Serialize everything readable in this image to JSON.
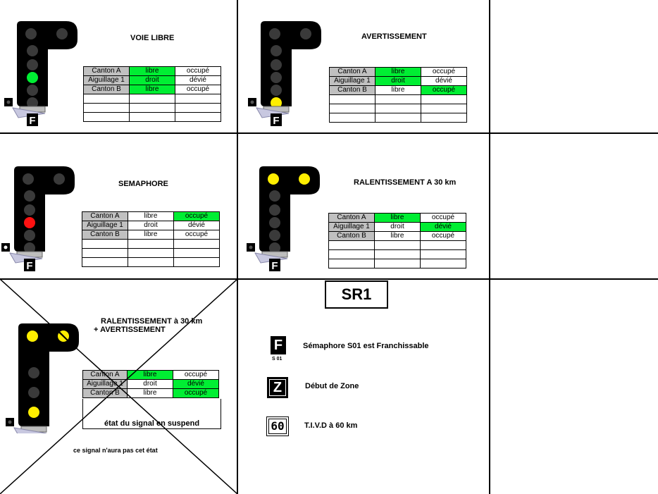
{
  "panels": [
    {
      "id": "voie-libre",
      "title": "VOIE LIBRE",
      "lamps": [
        "off",
        "off",
        "green",
        "off",
        "off"
      ],
      "top_lit": [
        "off",
        "off"
      ],
      "rows": [
        [
          "Canton A",
          "libre",
          "occupé",
          [
            1
          ]
        ],
        [
          "Aiguillage 1",
          "droit",
          "dévié",
          [
            1
          ]
        ],
        [
          "Canton B",
          "libre",
          "occupé",
          [
            1
          ]
        ]
      ]
    },
    {
      "id": "avertissement",
      "title": "AVERTISSEMENT",
      "lamps": [
        "off",
        "off",
        "off",
        "off",
        "yellow"
      ],
      "top_lit": [
        "off",
        "off"
      ],
      "rows": [
        [
          "Canton A",
          "libre",
          "occupé",
          [
            1
          ]
        ],
        [
          "Aiguillage 1",
          "droit",
          "dévié",
          [
            1
          ]
        ],
        [
          "Canton B",
          "libre",
          "occupé",
          [
            2
          ]
        ]
      ]
    },
    {
      "id": "semaphore",
      "title": "SEMAPHORE",
      "lamps": [
        "off",
        "off",
        "red",
        "off",
        "off"
      ],
      "top_lit": [
        "off",
        "off"
      ],
      "rows": [
        [
          "Canton A",
          "libre",
          "occupé",
          [
            2
          ]
        ],
        [
          "Aiguillage 1",
          "droit",
          "dévié",
          []
        ],
        [
          "Canton B",
          "libre",
          "occupé",
          []
        ]
      ]
    },
    {
      "id": "ralentissement",
      "title": "RALENTISSEMENT A 30 km",
      "lamps": [
        "off",
        "off",
        "off",
        "off",
        "off"
      ],
      "top_lit": [
        "yellow",
        "yellow"
      ],
      "rows": [
        [
          "Canton A",
          "libre",
          "occupé",
          [
            1
          ]
        ],
        [
          "Aiguillage 1",
          "droit",
          "dévié",
          [
            2
          ]
        ],
        [
          "Canton B",
          "libre",
          "occupé",
          []
        ]
      ]
    },
    {
      "id": "ralentissement-avert",
      "title": "RALENTISSEMENT à 30 km",
      "title2": "+ AVERTISSEMENT",
      "lamps": [
        "off",
        "off",
        "yellow"
      ],
      "top_lit": [
        "yellow",
        "yellow-striped"
      ],
      "rows": [
        [
          "Canton A",
          "libre",
          "occupé",
          [
            1
          ]
        ],
        [
          "Aiguillage 1",
          "droit",
          "dévié",
          [
            2
          ]
        ],
        [
          "Canton B",
          "libre",
          "occupé",
          [
            2
          ]
        ]
      ],
      "suspend_text": "état du signal en suspend",
      "note": "ce signal n'aura pas cet état"
    }
  ],
  "sr1": {
    "title": "SR1",
    "legend": [
      {
        "symbol": "F",
        "sub": "S 01",
        "text": "Sémaphore S01 est Franchissable"
      },
      {
        "symbol": "Z",
        "text": "Début de Zone"
      },
      {
        "symbol": "60",
        "text": "T.I.V.D à 60 km"
      }
    ]
  },
  "plate_letter": "F",
  "colors": {
    "green": "#00ee33",
    "yellow": "#ffee00",
    "red": "#ff1111",
    "lamp_off": "#3a3a3a",
    "table_label": "#c0c0c0"
  }
}
